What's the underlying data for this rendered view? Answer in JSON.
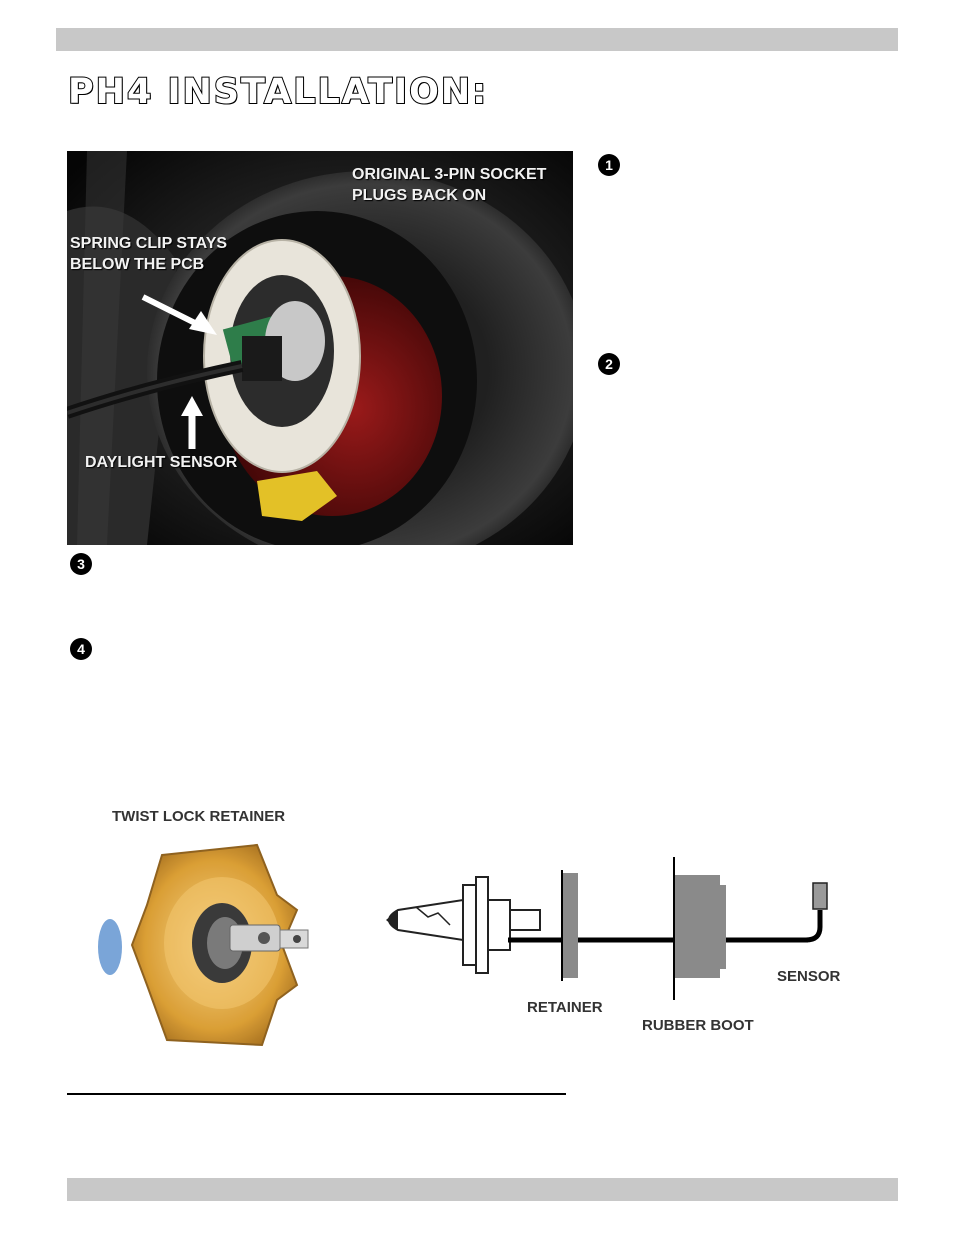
{
  "header": {
    "title": "PH4 INSTALLATION:"
  },
  "steps": {
    "s1": "1",
    "s2": "2",
    "s3": "3",
    "s4": "4"
  },
  "photo": {
    "label_socket_1": "ORIGINAL 3-PIN SOCKET",
    "label_socket_2": "PLUGS BACK ON",
    "label_clip_1": "SPRING CLIP STAYS",
    "label_clip_2": "BELOW THE PCB",
    "label_sensor": "DAYLIGHT SENSOR"
  },
  "diagram": {
    "twist_lock_label": "TWIST LOCK RETAINER",
    "retainer_label": "RETAINER",
    "rubber_boot_label": "RUBBER BOOT",
    "sensor_label": "SENSOR"
  }
}
